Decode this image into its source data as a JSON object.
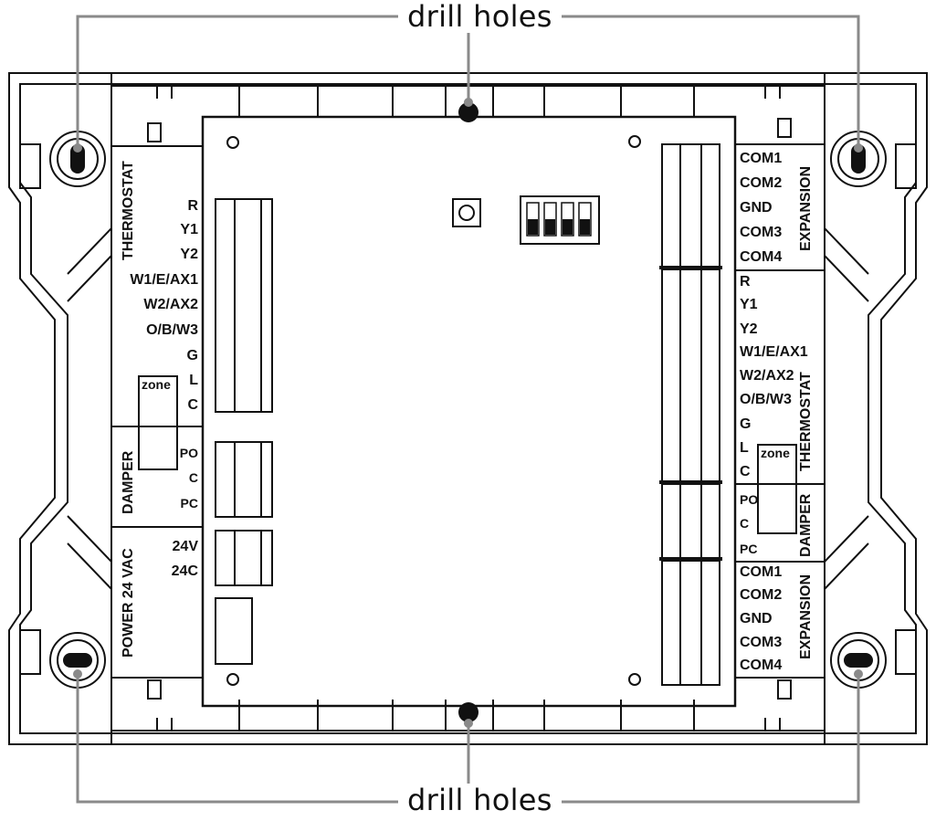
{
  "callouts": {
    "top": "drill holes",
    "bottom": "drill holes"
  },
  "left_panel": {
    "thermostat_title": "THERMOSTAT",
    "thermostat_terminals": [
      "R",
      "Y1",
      "Y2",
      "W1/E/AX1",
      "W2/AX2",
      "O/B/W3",
      "G",
      "L",
      "C"
    ],
    "zone_label": "zone",
    "damper_title": "DAMPER",
    "damper_terminals": [
      "PO",
      "C",
      "PC"
    ],
    "power_title": "POWER 24 VAC",
    "power_terminals": [
      "24V",
      "24C"
    ]
  },
  "right_panel": {
    "expansion_top_title": "EXPANSION",
    "expansion_top_terminals": [
      "COM1",
      "COM2",
      "GND",
      "COM3",
      "COM4"
    ],
    "thermostat_title": "THERMOSTAT",
    "thermostat_terminals": [
      "R",
      "Y1",
      "Y2",
      "W1/E/AX1",
      "W2/AX2",
      "O/B/W3",
      "G",
      "L",
      "C"
    ],
    "zone_label": "zone",
    "damper_title": "DAMPER",
    "damper_terminals": [
      "PO",
      "C",
      "PC"
    ],
    "expansion_bottom_title": "EXPANSION",
    "expansion_bottom_terminals": [
      "COM1",
      "COM2",
      "GND",
      "COM3",
      "COM4"
    ]
  },
  "colors": {
    "line": "#111111",
    "leader": "#8a8a8a",
    "background": "#ffffff"
  }
}
